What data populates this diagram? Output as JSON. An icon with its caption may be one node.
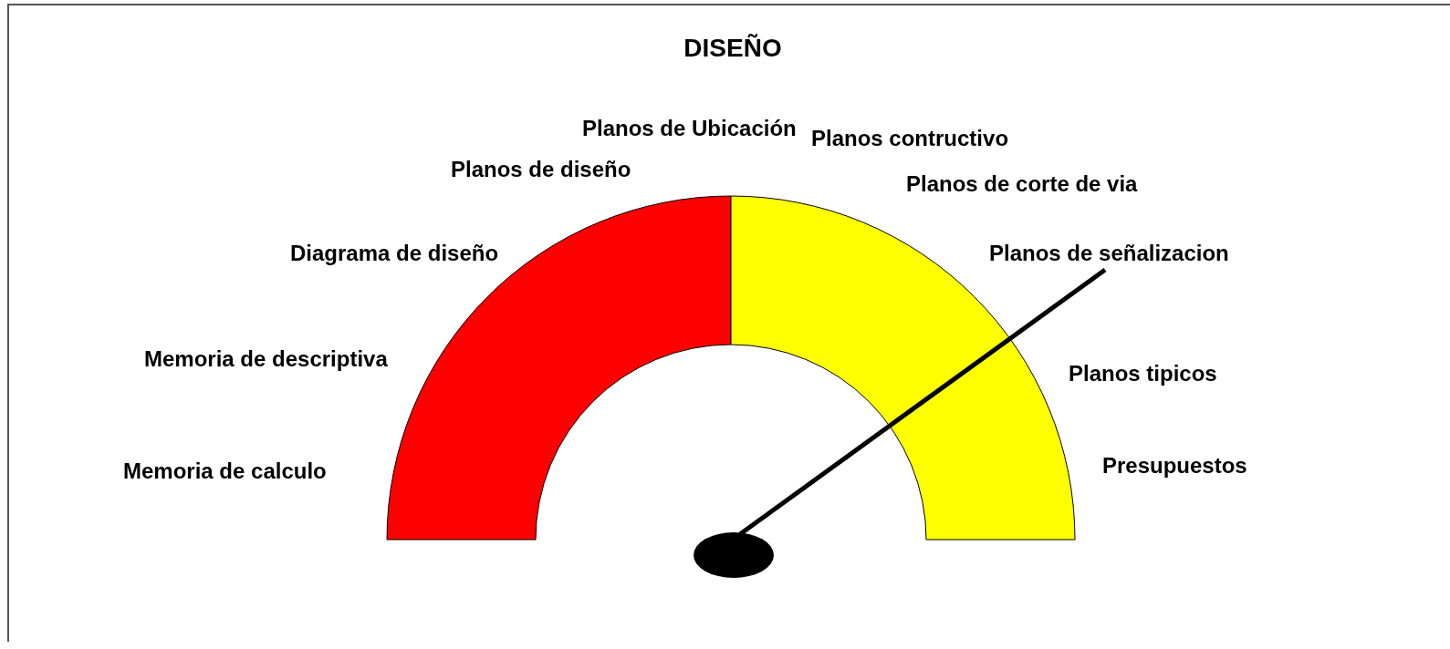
{
  "diagram": {
    "title": "DISEÑO",
    "labels": [
      "Planos de Ubicación",
      "Planos contructivo",
      "Planos de diseño",
      "Planos de corte de via",
      "Diagrama de diseño",
      "Planos de señalizacion",
      "Memoria de descriptiva",
      "Planos tipicos",
      "Memoria de calculo",
      "Presupuestos"
    ]
  }
}
